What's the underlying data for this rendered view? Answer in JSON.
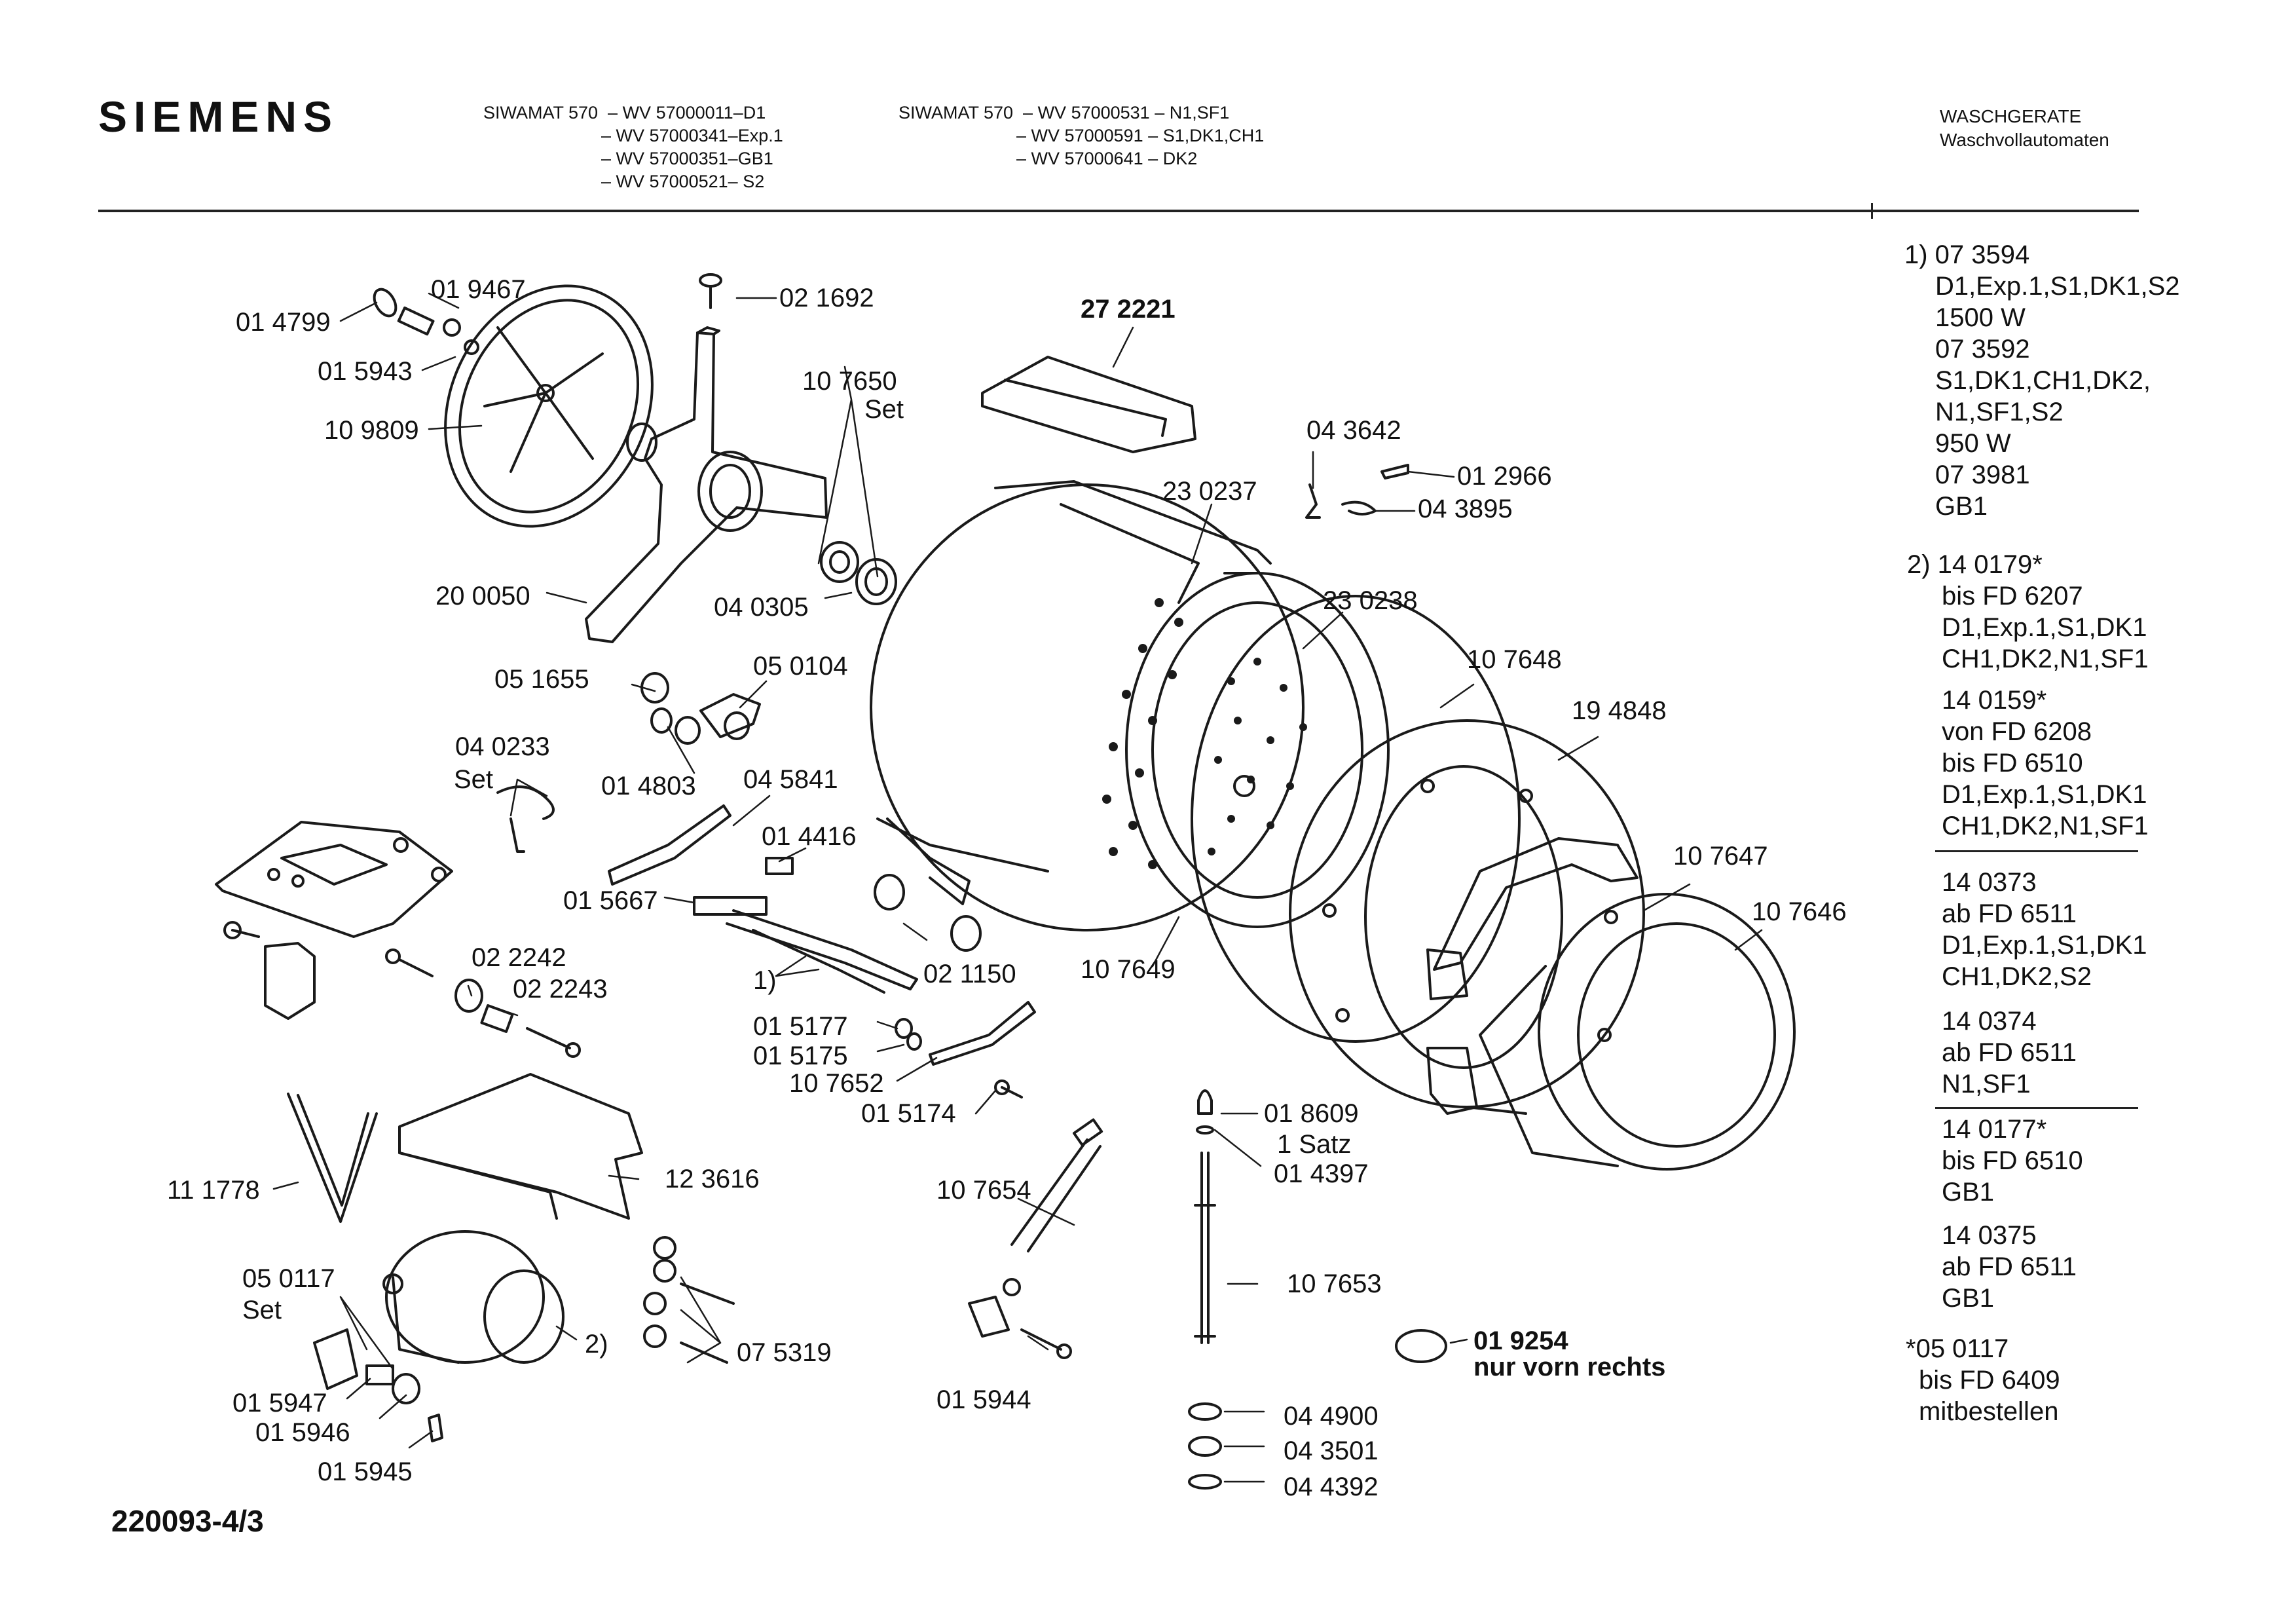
{
  "brand": "SIEMENS",
  "header": {
    "model_block_left": "SIWAMAT 570  – WV 57000011–D1\n                        – WV 57000341–Exp.1\n                        – WV 57000351–GB1\n                        – WV 57000521– S2",
    "model_block_right": "SIWAMAT 570  – WV 57000531 – N1,SF1\n                        – WV 57000591 – S1,DK1,CH1\n                        – WV 57000641 – DK2",
    "category_line1": "WASCHGERATE",
    "category_line2": "Waschvollautomaten"
  },
  "labels": {
    "p014799": "01 4799",
    "p019467": "01 9467",
    "p015943": "01 5943",
    "p109809": "10 9809",
    "p021692": "02 1692",
    "p107650": "10 7650",
    "set_a": "Set",
    "p272221": "27 2221",
    "p043642": "04 3642",
    "p012966": "01 2966",
    "p043895": "04 3895",
    "p230237": "23 0237",
    "p200050": "20 0050",
    "p040305": "04 0305",
    "p230238": "23 0238",
    "p107648": "10 7648",
    "p051655": "05 1655",
    "p050104": "05 0104",
    "p194848": "19 4848",
    "p040233": "04 0233",
    "set_b": "Set",
    "p014803": "01 4803",
    "p045841": "04 5841",
    "p014416": "01 4416",
    "p107647": "10 7647",
    "p015667": "01 5667",
    "p107646": "10 7646",
    "p022242": "02 2242",
    "p022243": "02 2243",
    "ref1": "1)",
    "p021150": "02 1150",
    "p107649": "10 7649",
    "p015177": "01 5177",
    "p015175": "01 5175",
    "p107652": "10 7652",
    "p015174": "01 5174",
    "p018609": "01 8609",
    "satz": "1 Satz",
    "p014397": "01 4397",
    "p111778": "11 1778",
    "p123616": "12 3616",
    "p107654": "10 7654",
    "p107653": "10 7653",
    "p050117": "05 0117",
    "set_c": "Set",
    "ref2": "2)",
    "p075319": "07 5319",
    "p019254": "01 9254",
    "nur_vorn": "nur vorn rechts",
    "p015947": "01 5947",
    "p015946": "01 5946",
    "p015945": "01 5945",
    "p015944": "01 5944",
    "p044900": "04 4900",
    "p043501": "04 3501",
    "p044392": "04 4392"
  },
  "notes": {
    "n1_l1": "1) 07 3594",
    "n1_l2": "D1,Exp.1,S1,DK1,S2",
    "n1_l3": "1500 W",
    "n1_l4": "07 3592",
    "n1_l5": "S1,DK1,CH1,DK2,",
    "n1_l6": "N1,SF1,S2",
    "n1_l7": "950 W",
    "n1_l8": "07 3981",
    "n1_l9": "GB1",
    "n2_l1": "2) 14 0179*",
    "n2_l2": "bis FD 6207",
    "n2_l3": "D1,Exp.1,S1,DK1",
    "n2_l4": "CH1,DK2,N1,SF1",
    "n2_l5": "14 0159*",
    "n2_l6": "von FD 6208",
    "n2_l7": "bis FD 6510",
    "n2_l8": "D1,Exp.1,S1,DK1",
    "n2_l9": "CH1,DK2,N1,SF1",
    "n3_l1": "14 0373",
    "n3_l2": "ab FD 6511",
    "n3_l3": "D1,Exp.1,S1,DK1",
    "n3_l4": "CH1,DK2,S2",
    "n3_l5": "14 0374",
    "n3_l6": "ab FD 6511",
    "n3_l7": "N1,SF1",
    "n4_l1": "14 0177*",
    "n4_l2": "bis FD 6510",
    "n4_l3": "GB1",
    "n4_l4": "14 0375",
    "n4_l5": "ab FD 6511",
    "n4_l6": "GB1",
    "n5_l1": "*05 0117",
    "n5_l2": "bis FD 6409",
    "n5_l3": "mitbestellen"
  },
  "doc_number": "220093-4/3"
}
